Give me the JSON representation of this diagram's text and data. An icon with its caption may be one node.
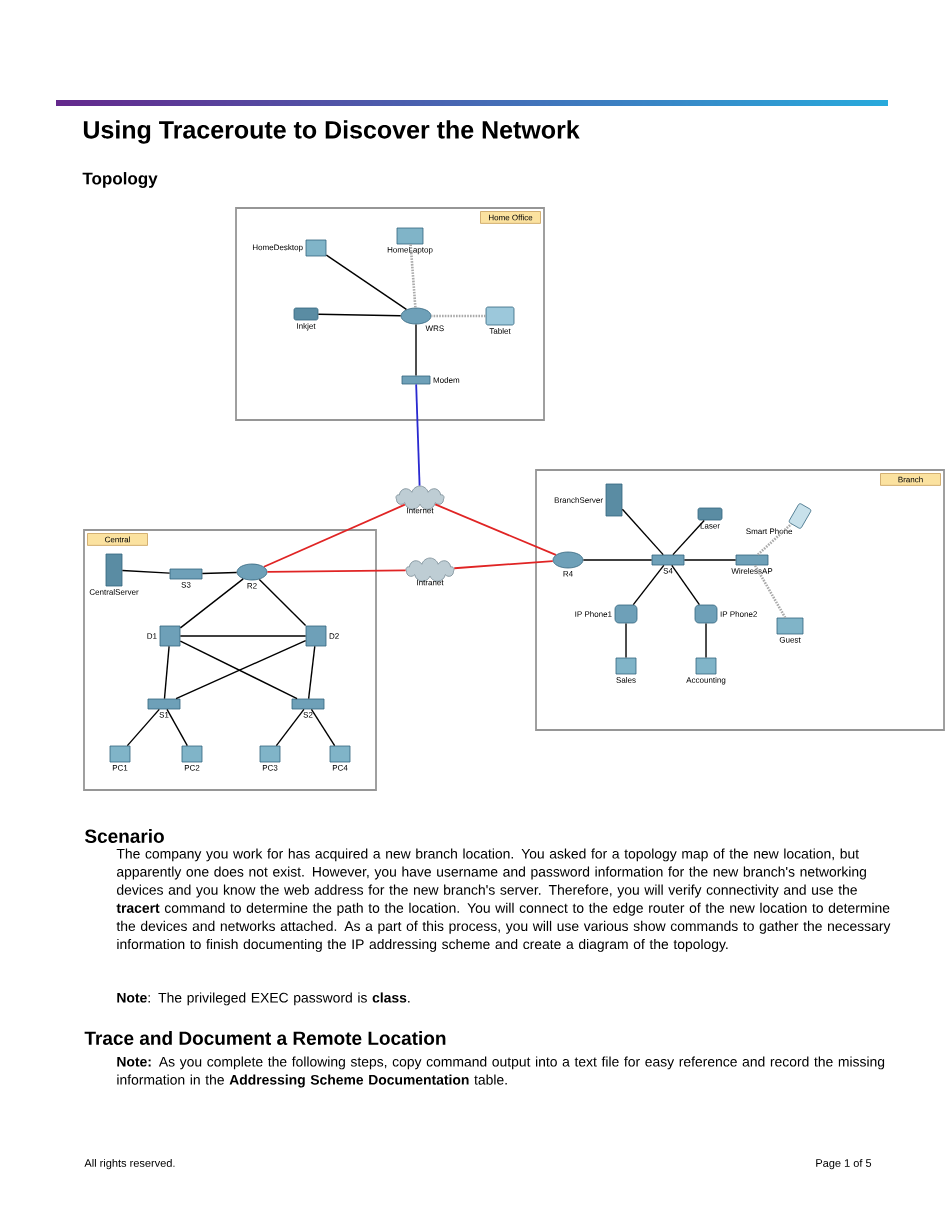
{
  "diagram": {
    "title": "Using Traceroute to Discover the Network",
    "nodes": [
      {
        "text": [
          "Home Office"
        ]
      },
      {
        "text": [
          "HomeDesktop"
        ],
        "in": 0
      },
      {
        "text": [
          "HomeLaptop"
        ],
        "in": 0
      },
      {
        "text": [
          "Inkjet"
        ],
        "in": 0
      },
      {
        "text": [
          "WRS"
        ],
        "in": 0
      },
      {
        "text": [
          "Tablet"
        ],
        "in": 0
      },
      {
        "text": [
          "Modem"
        ],
        "in": 0
      },
      {
        "text": [
          "Internet"
        ]
      },
      {
        "text": [
          "Central"
        ]
      },
      {
        "text": [
          "CentralServer"
        ],
        "in": 8
      },
      {
        "text": [
          "S3"
        ],
        "in": 8
      },
      {
        "text": [
          "R2"
        ],
        "in": 8
      },
      {
        "text": [
          "D1"
        ],
        "in": 8
      },
      {
        "text": [
          "D2"
        ],
        "in": 8
      },
      {
        "text": [
          "S1"
        ],
        "in": 8
      },
      {
        "text": [
          "S2"
        ],
        "in": 8
      },
      {
        "text": [
          "PC1"
        ],
        "in": 8
      },
      {
        "text": [
          "PC2"
        ],
        "in": 8
      },
      {
        "text": [
          "PC3"
        ],
        "in": 8
      },
      {
        "text": [
          "PC4"
        ],
        "in": 8
      },
      {
        "text": [
          "Intranet"
        ]
      },
      {
        "text": [
          "Branch"
        ]
      },
      {
        "text": [
          "BranchServer"
        ],
        "in": 21
      },
      {
        "text": [
          "Laser"
        ],
        "in": 21
      },
      {
        "text": [
          "R4"
        ],
        "in": 21
      },
      {
        "text": [
          "S4"
        ],
        "in": 21
      },
      {
        "text": [
          "WirelessAP"
        ],
        "in": 21
      },
      {
        "text": [
          "Smart Phone"
        ],
        "in": 21
      },
      {
        "text": [
          "IP Phone1"
        ],
        "in": 21
      },
      {
        "text": [
          "IP Phone2"
        ],
        "in": 21
      },
      {
        "text": [
          "Guest"
        ],
        "in": 21
      },
      {
        "text": [
          "Sales"
        ],
        "in": 21
      },
      {
        "text": [
          "Accounting"
        ],
        "in": 21
      }
    ],
    "edges": [
      {
        "from": 1,
        "to": 4,
        "arrow": "none"
      },
      {
        "from": 2,
        "to": 4,
        "arrow": "none",
        "style": "dashed",
        "color": "#aaaaaa"
      },
      {
        "from": 3,
        "to": 4,
        "arrow": "none"
      },
      {
        "from": 5,
        "to": 4,
        "arrow": "none",
        "style": "dashed",
        "color": "#aaaaaa"
      },
      {
        "from": 4,
        "to": 6,
        "arrow": "none"
      },
      {
        "from": 6,
        "to": 7,
        "arrow": "none",
        "color": "#2a2ad0"
      },
      {
        "from": 7,
        "to": 11,
        "arrow": "none",
        "color": "#e02424"
      },
      {
        "from": 7,
        "to": 24,
        "arrow": "none",
        "color": "#e02424"
      },
      {
        "from": 11,
        "to": 20,
        "arrow": "none",
        "color": "#e02424"
      },
      {
        "from": 20,
        "to": 24,
        "arrow": "none",
        "color": "#e02424"
      },
      {
        "from": 9,
        "to": 10,
        "arrow": "none"
      },
      {
        "from": 10,
        "to": 11,
        "arrow": "none"
      },
      {
        "from": 11,
        "to": 12,
        "arrow": "none"
      },
      {
        "from": 11,
        "to": 13,
        "arrow": "none"
      },
      {
        "from": 12,
        "to": 13,
        "arrow": "none"
      },
      {
        "from": 12,
        "to": 14,
        "arrow": "none"
      },
      {
        "from": 12,
        "to": 15,
        "arrow": "none"
      },
      {
        "from": 13,
        "to": 14,
        "arrow": "none"
      },
      {
        "from": 13,
        "to": 15,
        "arrow": "none"
      },
      {
        "from": 14,
        "to": 16,
        "arrow": "none"
      },
      {
        "from": 14,
        "to": 17,
        "arrow": "none"
      },
      {
        "from": 15,
        "to": 18,
        "arrow": "none"
      },
      {
        "from": 15,
        "to": 19,
        "arrow": "none"
      },
      {
        "from": 24,
        "to": 25,
        "arrow": "none"
      },
      {
        "from": 22,
        "to": 25,
        "arrow": "none"
      },
      {
        "from": 23,
        "to": 25,
        "arrow": "none"
      },
      {
        "from": 25,
        "to": 26,
        "arrow": "none"
      },
      {
        "from": 25,
        "to": 28,
        "arrow": "none"
      },
      {
        "from": 25,
        "to": 29,
        "arrow": "none"
      },
      {
        "from": 26,
        "to": 27,
        "arrow": "none",
        "style": "dashed",
        "color": "#aaaaaa"
      },
      {
        "from": 26,
        "to": 30,
        "arrow": "none",
        "style": "dashed",
        "color": "#aaaaaa"
      },
      {
        "from": 28,
        "to": 31,
        "arrow": "none"
      },
      {
        "from": 29,
        "to": 32,
        "arrow": "none"
      }
    ],
    "labels": [
      "Topology",
      "Scenario",
      "The company you work for has acquired a new branch location. You asked for a topology map of the new location, but apparently one does not exist. However, you have username and password information for the new branch's networking devices and you know the web address for the new branch's server. Therefore, you will verify connectivity and use the **tracert** command to determine the path to the location. You will connect to the edge router of the new location to determine the devices and networks attached. As a part of this process, you will use various show commands to gather the necessary information to finish documenting the IP addressing scheme and create a diagram of the topology.",
      "**Note**: The privileged EXEC password is **class**.",
      "Trace and Document a Remote Location",
      "**Note:** As you complete the following steps, copy command output into a text file for easy reference and record the missing information in the **Addressing Scheme Documentation** table.",
      "All rights reserved.",
      "Page 1 of 5"
    ]
  }
}
